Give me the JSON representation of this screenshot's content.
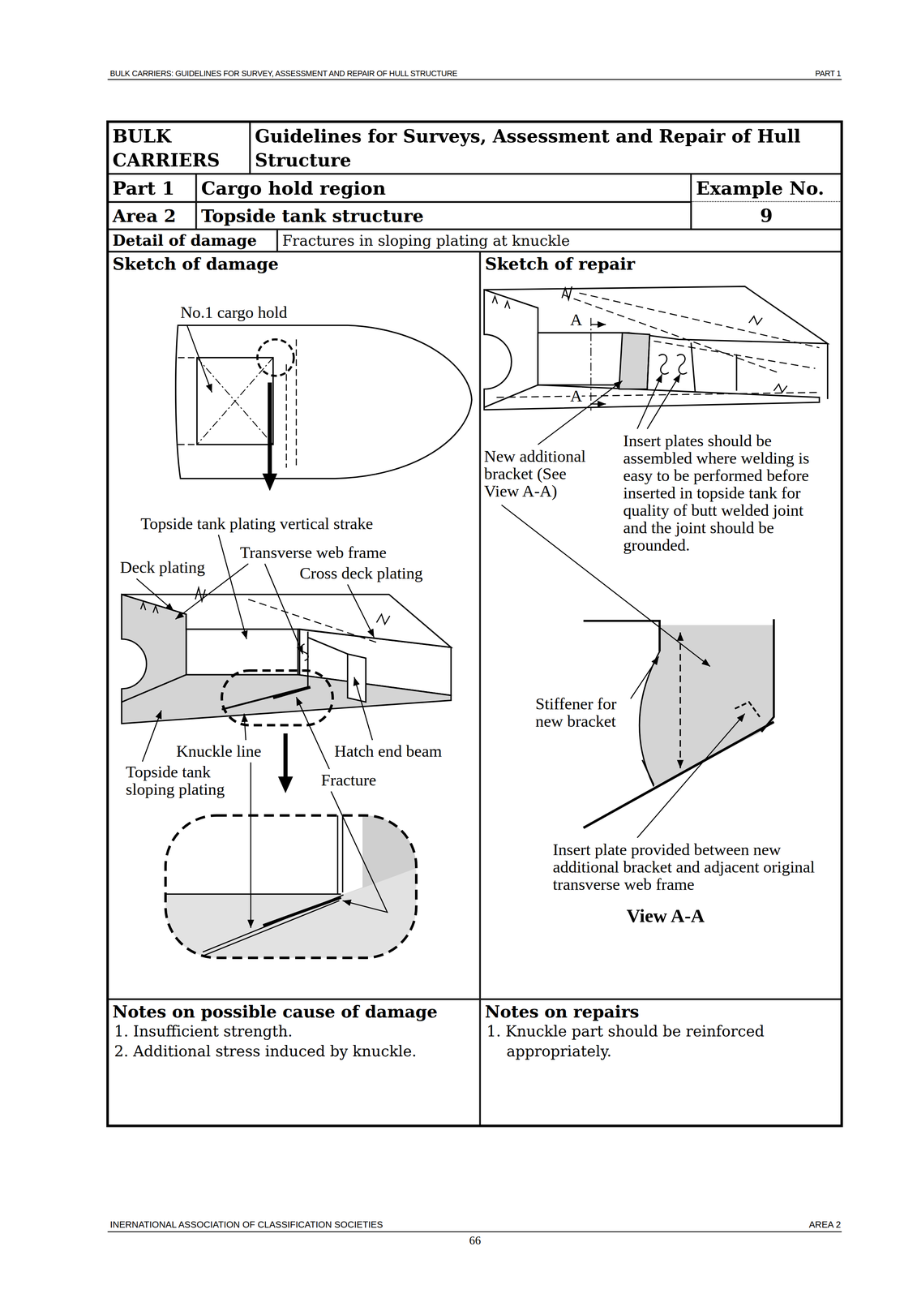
{
  "diagram": {
    "nodes": [
      {
        "text": [
          "BULK CARRIERS"
        ]
      },
      {
        "text": [
          "Guidelines for Surveys, Assessment and Repair of Hull Structure"
        ]
      },
      {
        "text": [
          "Part 1"
        ]
      },
      {
        "text": [
          "Cargo hold region"
        ]
      },
      {
        "text": [
          "Example No."
        ]
      },
      {
        "text": [
          "Area 2"
        ]
      },
      {
        "text": [
          "Topside tank structure"
        ]
      },
      {
        "text": [
          "9"
        ]
      },
      {
        "text": [
          "Detail of damage"
        ]
      },
      {
        "text": [
          "Fractures in sloping plating at knuckle"
        ]
      },
      {
        "text": [
          "Sketch of damage"
        ]
      },
      {
        "text": [
          "Sketch of repair"
        ]
      },
      {
        "text": [
          "Notes on possible cause of damage",
          "1. Insufficient strength.",
          "2. Additional stress induced by knuckle."
        ]
      },
      {
        "text": [
          "Notes on repairs",
          "1. Knuckle part should be reinforced appropriately."
        ]
      }
    ],
    "labels": [
      "BULK CARRIERS: GUIDELINES FOR SURVEY, ASSESSMENT AND REPAIR OF HULL STRUCTURE",
      "PART 1",
      "No.1 cargo hold",
      "Topside tank plating vertical strake",
      "Transverse web frame",
      "Deck plating",
      "Cross deck plating",
      "Knuckle line",
      "Hatch end beam",
      "Topside tank sloping plating",
      "Fracture",
      "A",
      "A",
      "New additional bracket (See View A-A)",
      "Insert plates should be assembled where welding is easy to be performed before inserted in topside tank for quality of butt welded joint and the joint should be grounded.",
      "Stiffener for new bracket",
      "Insert plate provided between new additional bracket and adjacent original transverse web frame",
      "View A-A",
      "INERNATIONAL ASSOCIATION OF CLASSIFICATION SOCIETIES",
      "AREA 2",
      "66"
    ]
  }
}
